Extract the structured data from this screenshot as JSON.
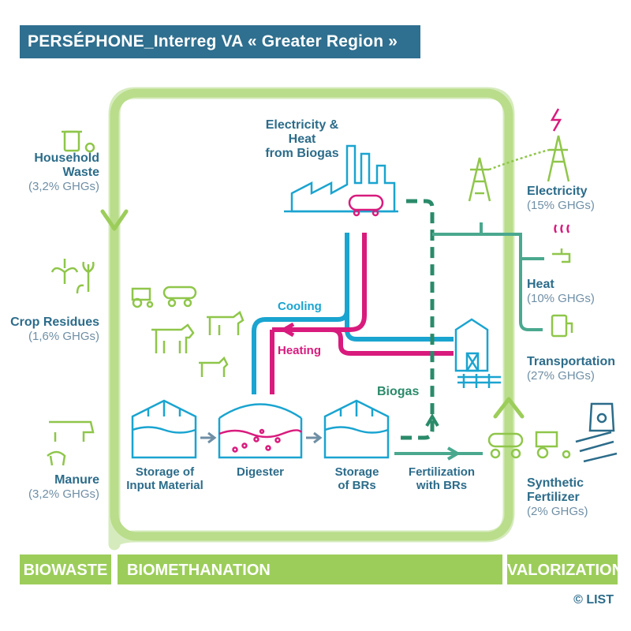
{
  "title": "PERSÉPHONE_Interreg VA « Greater Region »",
  "labels": {
    "electricity_heat_from_biogas": [
      "Electricity & Heat",
      "from Biogas"
    ],
    "household_waste": {
      "name": [
        "Household",
        "Waste"
      ],
      "share": "(3,2% GHGs)"
    },
    "crop_residues": {
      "name": "Crop Residues",
      "share": "(1,6% GHGs)"
    },
    "manure": {
      "name": "Manure",
      "share": "(3,2% GHGs)"
    },
    "electricity": {
      "name": "Electricity",
      "share": "(15% GHGs)"
    },
    "heat": {
      "name": "Heat",
      "share": "(10% GHGs)"
    },
    "transportation": {
      "name": "Transportation",
      "share": "(27% GHGs)"
    },
    "synthetic_fertilizer": {
      "name": [
        "Synthetic",
        "Fertilizer"
      ],
      "share": "(2% GHGs)"
    },
    "cooling": "Cooling",
    "heating": "Heating",
    "biogas": "Biogas",
    "storage_input": [
      "Storage of",
      "Input Material"
    ],
    "digester": "Digester",
    "storage_brs": [
      "Storage",
      "of BRs"
    ],
    "fertilization_brs": [
      "Fertilization",
      "with BRs"
    ]
  },
  "bands": {
    "biowaste": "BIOWASTE",
    "biomethanation": "BIOMETHANATION",
    "valorization": "VALORIZATION"
  },
  "copyright": "© LIST",
  "colors": {
    "title_bg": "#2f6f8f",
    "green": "#9ccd5a",
    "teal": "#2c6c8a",
    "cyan": "#1aa4d0",
    "magenta": "#d81b7d",
    "dark_green": "#2a8a6a"
  },
  "icons": [
    "household-waste-icon",
    "crop-residues-icon",
    "manure-icon",
    "tractor-tanker-icon",
    "cows-icon",
    "power-plant-icon",
    "biogas-tank-icon",
    "barn-icon",
    "pylon-icon",
    "lightning-icon",
    "tap-icon",
    "fuel-pump-icon",
    "fertilizer-bag-icon",
    "tractor-icon",
    "storage-tank-icon",
    "digester-icon"
  ]
}
